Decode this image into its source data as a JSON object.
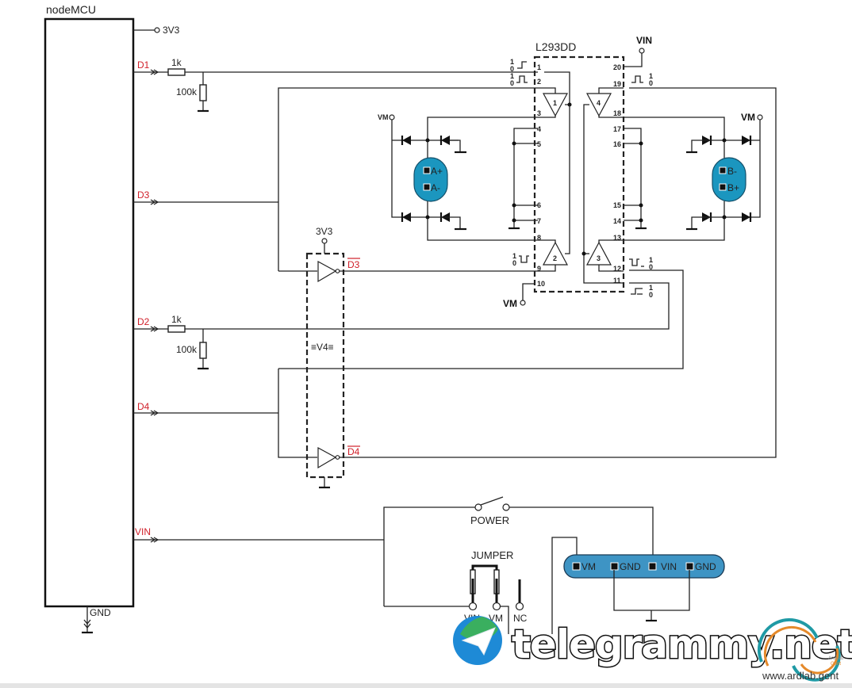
{
  "title": "nodeMCU",
  "mcu": {
    "label": "nodeMCU",
    "pins": {
      "v33": "3V3",
      "d1": "D1",
      "d3": "D3",
      "d2": "D2",
      "d4": "D4",
      "vin": "VIN",
      "gnd": "GND"
    }
  },
  "resistors": {
    "r1_series": "1k",
    "r1_pulldown": "100k",
    "r2_series": "1k",
    "r2_pulldown": "100k"
  },
  "driver": {
    "label": "L293DD",
    "vin_label": "VIN",
    "vm_label": "VM",
    "left_pins": [
      "1",
      "2",
      "3",
      "4",
      "5",
      "6",
      "7",
      "8",
      "9",
      "10"
    ],
    "right_pins": [
      "20",
      "19",
      "18",
      "17",
      "16",
      "15",
      "14",
      "13",
      "12",
      "11"
    ],
    "buffers": [
      "1",
      "2",
      "3",
      "4"
    ],
    "logic_high": "1",
    "logic_low": "0"
  },
  "inverter": {
    "supply": "3V3",
    "label": "≡V4≡",
    "out_d3": "D3",
    "out_d4": "D4"
  },
  "motor_a": {
    "vm_label": "VM",
    "terminals": [
      "A+",
      "A-"
    ]
  },
  "motor_b": {
    "vm_label": "VM",
    "terminals": [
      "B-",
      "B+"
    ]
  },
  "power": {
    "switch_label": "POWER",
    "jumper_label": "JUMPER",
    "jumper_pins": [
      "VIN",
      "VM",
      "NC"
    ],
    "terminal_block": [
      "VM",
      "GND",
      "VIN",
      "GND"
    ]
  },
  "watermark": {
    "text": "telegrammy.net",
    "brand_small_1": "ArdLab",
    "brand_small_2": "Gent",
    "url": "www.ardlab.gent"
  },
  "colors": {
    "connector": "#1b96bf",
    "signal_label": "#d0202a",
    "wire": "#222222"
  }
}
